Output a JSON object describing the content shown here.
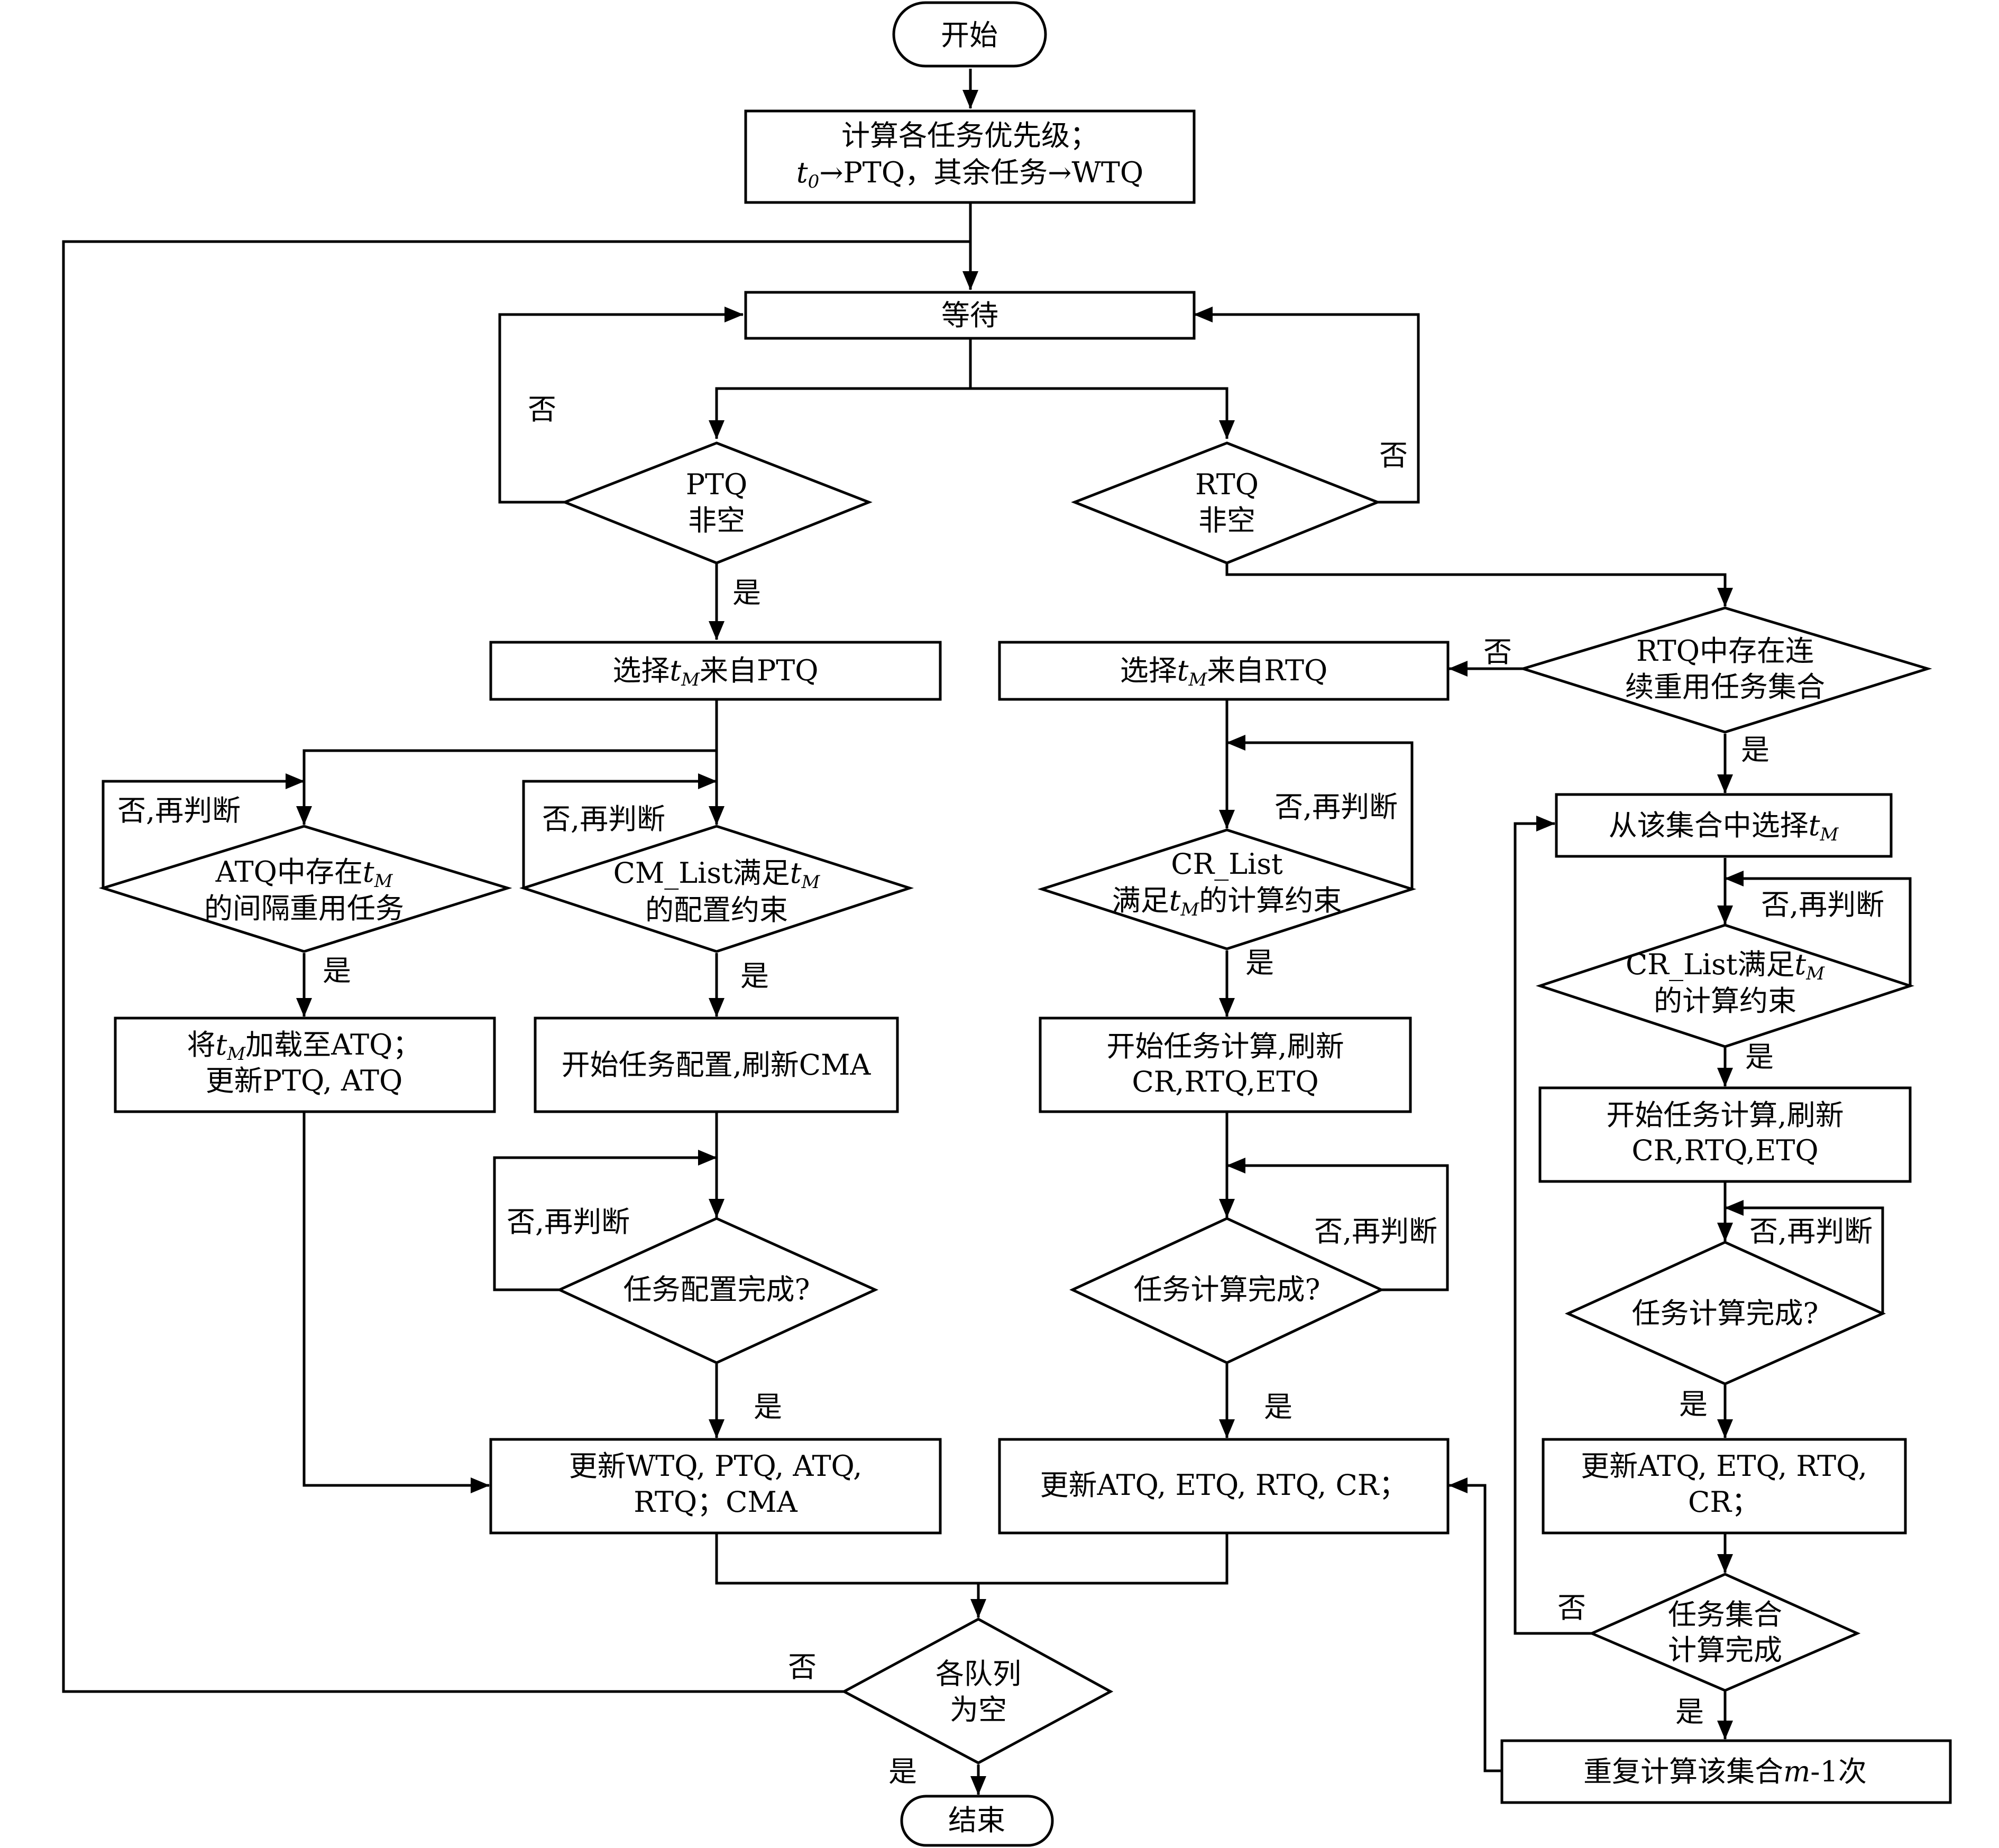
{
  "nodes": {
    "start": "开始",
    "init_l1": "计算各任务优先级；",
    "init_l2_var": "t",
    "init_l2_sub": "0",
    "init_l2_rest": "→PTQ，其余任务→WTQ",
    "wait": "等待",
    "ptq_l1": "PTQ",
    "ptq_l2": "非空",
    "rtq_l1": "RTQ",
    "rtq_l2": "非空",
    "rtqset_l1": "RTQ中存在连",
    "rtqset_l2": "续重用任务集合",
    "selp_a": "选择",
    "selp_b": "来自PTQ",
    "selr_a": "选择",
    "selr_b": "来自RTQ",
    "selset_a": "从该集合中选择",
    "tm_var": "t",
    "tm_sub": "M",
    "atq_l1a": "ATQ中存在",
    "atq_l2": "的间隔重用任务",
    "cml_l1a": "CM_List满足",
    "cml_l2": "的配置约束",
    "crl_l1": "CR_List",
    "crl_l2a": "满足",
    "crl_l2b": "的计算约束",
    "crl2_l1a": "CR_List满足",
    "crl2_l2": "的计算约束",
    "load_l1a": "将",
    "load_l1b": "加载至ATQ；",
    "load_l2": "更新PTQ, ATQ",
    "cfgstart": "开始任务配置,刷新CMA",
    "calc_l1": "开始任务计算,刷新",
    "calc_l2": "CR,RTQ,ETQ",
    "calc2_l1": "开始任务计算,刷新",
    "calc2_l2": "CR,RTQ,ETQ",
    "cfgdone": "任务配置完成?",
    "calcdone": "任务计算完成?",
    "calcdone2": "任务计算完成?",
    "upd1_l1": "更新WTQ, PTQ, ATQ,",
    "upd1_l2": "RTQ；CMA",
    "upd2": "更新ATQ, ETQ, RTQ, CR；",
    "upd3_l1": "更新ATQ, ETQ, RTQ,",
    "upd3_l2": "CR；",
    "setdone_l1": "任务集合",
    "setdone_l2": "计算完成",
    "repeat_a": "重复计算该集合",
    "repeat_m": "m",
    "repeat_b": "-1次",
    "empty_l1": "各队列",
    "empty_l2": "为空",
    "end": "结束"
  },
  "edge_labels": {
    "no": "否",
    "yes": "是",
    "no_recheck": "否,再判断"
  }
}
